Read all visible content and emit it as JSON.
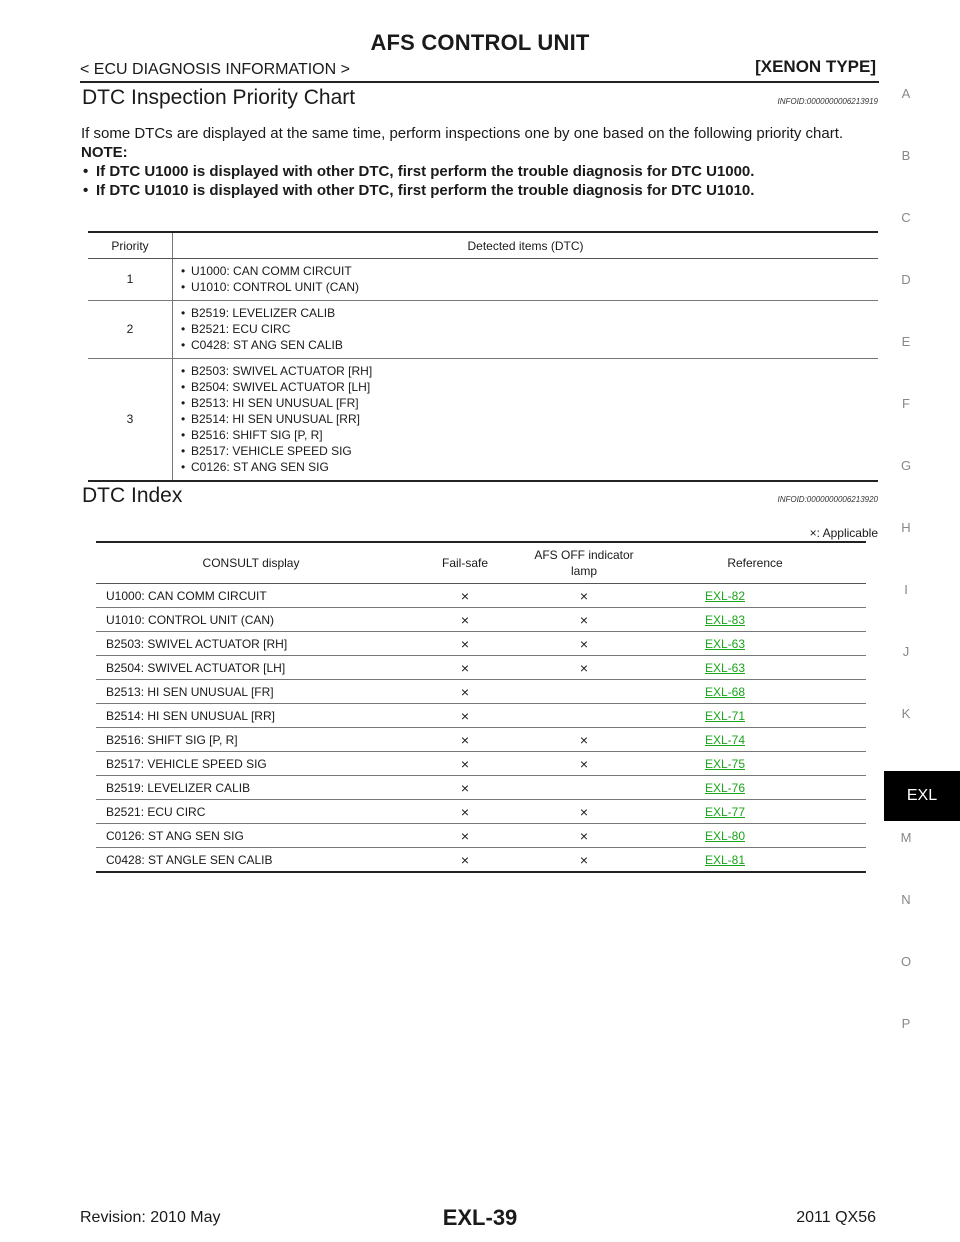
{
  "header": {
    "title": "AFS CONTROL UNIT",
    "breadcrumb": "< ECU DIAGNOSIS INFORMATION >",
    "edition": "[XENON TYPE]"
  },
  "section_priority": {
    "title": "DTC Inspection Priority Chart",
    "info_id": "INFOID:0000000006213919",
    "intro": "If some DTCs are displayed at the same time, perform inspections one by one based on the following priority chart.",
    "note_label": "NOTE:",
    "notes": [
      "If DTC U1000 is displayed with other DTC, first perform the trouble diagnosis for DTC U1000.",
      "If DTC U1010 is displayed with other DTC, first perform the trouble diagnosis for DTC U1010."
    ],
    "table": {
      "headers": [
        "Priority",
        "Detected items (DTC)"
      ],
      "rows": [
        {
          "priority": "1",
          "items": [
            "U1000: CAN COMM CIRCUIT",
            "U1010: CONTROL UNIT (CAN)"
          ]
        },
        {
          "priority": "2",
          "items": [
            "B2519: LEVELIZER CALIB",
            "B2521: ECU CIRC",
            "C0428: ST ANG SEN CALIB"
          ]
        },
        {
          "priority": "3",
          "items": [
            "B2503: SWIVEL ACTUATOR [RH]",
            "B2504: SWIVEL ACTUATOR [LH]",
            "B2513: HI SEN UNUSUAL [FR]",
            "B2514: HI SEN UNUSUAL [RR]",
            "B2516: SHIFT SIG [P, R]",
            "B2517: VEHICLE SPEED SIG",
            "C0126: ST ANG SEN SIG"
          ]
        }
      ]
    }
  },
  "section_index": {
    "title": "DTC Index",
    "info_id": "INFOID:0000000006213920",
    "applicable_note": "×: Applicable",
    "headers": {
      "consult": "CONSULT display",
      "failsafe": "Fail-safe",
      "afs_line1": "AFS OFF indicator",
      "afs_line2": "lamp",
      "reference": "Reference"
    },
    "rows": [
      {
        "consult": "U1000: CAN COMM CIRCUIT",
        "failsafe": "×",
        "afs": "×",
        "ref": "EXL-82"
      },
      {
        "consult": "U1010: CONTROL UNIT (CAN)",
        "failsafe": "×",
        "afs": "×",
        "ref": "EXL-83"
      },
      {
        "consult": "B2503: SWIVEL ACTUATOR [RH]",
        "failsafe": "×",
        "afs": "×",
        "ref": "EXL-63"
      },
      {
        "consult": "B2504: SWIVEL ACTUATOR [LH]",
        "failsafe": "×",
        "afs": "×",
        "ref": "EXL-63"
      },
      {
        "consult": "B2513: HI SEN UNUSUAL [FR]",
        "failsafe": "×",
        "afs": "",
        "ref": "EXL-68"
      },
      {
        "consult": "B2514: HI SEN UNUSUAL [RR]",
        "failsafe": "×",
        "afs": "",
        "ref": "EXL-71"
      },
      {
        "consult": "B2516: SHIFT SIG [P, R]",
        "failsafe": "×",
        "afs": "×",
        "ref": "EXL-74"
      },
      {
        "consult": "B2517: VEHICLE SPEED SIG",
        "failsafe": "×",
        "afs": "×",
        "ref": "EXL-75"
      },
      {
        "consult": "B2519: LEVELIZER CALIB",
        "failsafe": "×",
        "afs": "",
        "ref": "EXL-76"
      },
      {
        "consult": "B2521: ECU CIRC",
        "failsafe": "×",
        "afs": "×",
        "ref": "EXL-77"
      },
      {
        "consult": "C0126: ST ANG SEN SIG",
        "failsafe": "×",
        "afs": "×",
        "ref": "EXL-80"
      },
      {
        "consult": "C0428: ST ANGLE SEN CALIB",
        "failsafe": "×",
        "afs": "×",
        "ref": "EXL-81"
      }
    ]
  },
  "side_index": {
    "letters": [
      "A",
      "B",
      "C",
      "D",
      "E",
      "F",
      "G",
      "H",
      "I",
      "J",
      "K",
      "M",
      "N",
      "O",
      "P"
    ],
    "active": "EXL"
  },
  "footer": {
    "page_number": "EXL-39",
    "revision": "Revision: 2010 May",
    "model": "2011 QX56"
  },
  "colors": {
    "link": "#1ba31b",
    "active_tab": "#000000"
  }
}
